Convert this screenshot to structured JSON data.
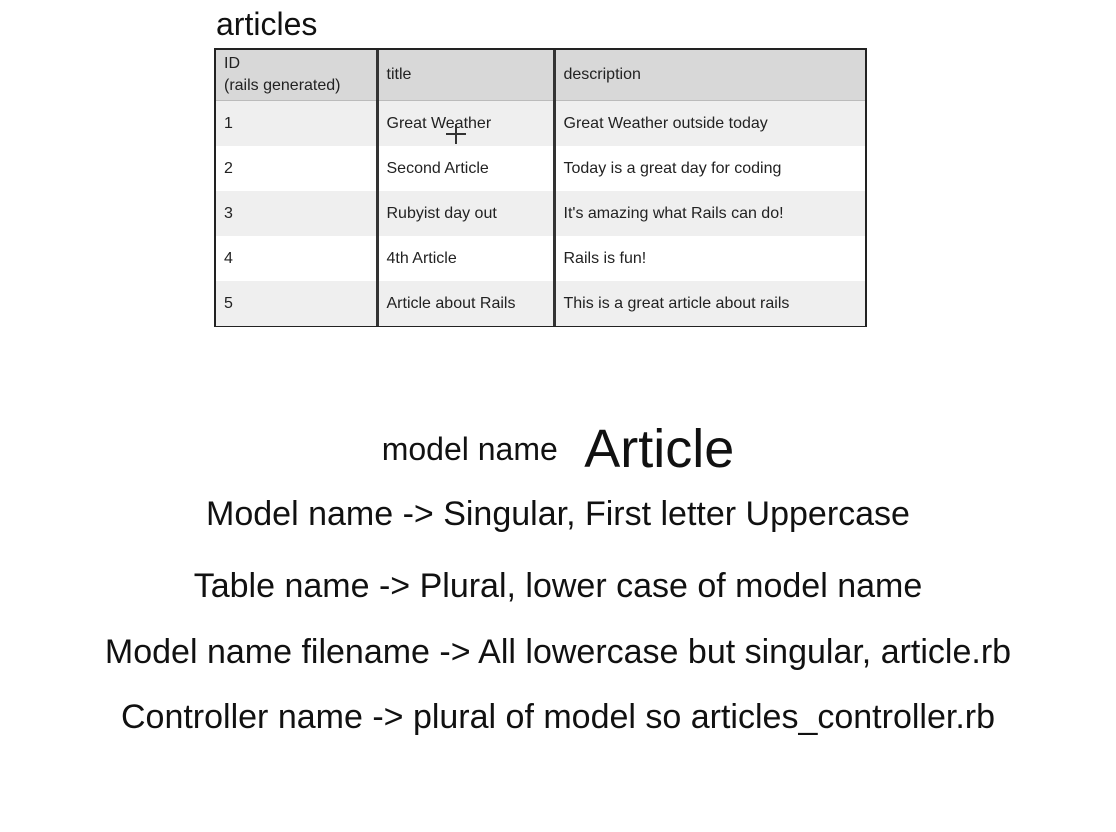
{
  "table": {
    "title": "articles",
    "headers": {
      "id_line1": "ID",
      "id_line2": "(rails generated)",
      "title": "title",
      "description": "description"
    },
    "rows": [
      {
        "id": "1",
        "title": "Great Weather",
        "description": "Great Weather outside today"
      },
      {
        "id": "2",
        "title": "Second Article",
        "description": "Today is a great day for coding"
      },
      {
        "id": "3",
        "title": "Rubyist day out",
        "description": "It's amazing what Rails can do!"
      },
      {
        "id": "4",
        "title": "4th Article",
        "description": "Rails is fun!"
      },
      {
        "id": "5",
        "title": "Article about Rails",
        "description": "This is a great article about rails"
      }
    ]
  },
  "model": {
    "label": "model name",
    "value": "Article"
  },
  "rules": [
    "Model name -> Singular, First letter Uppercase",
    "Table name -> Plural, lower case of model name",
    "Model name filename -> All lowercase but singular, article.rb",
    "Controller name -> plural of model so articles_controller.rb"
  ],
  "icons": {
    "cursor": "crosshair-cursor-icon"
  }
}
